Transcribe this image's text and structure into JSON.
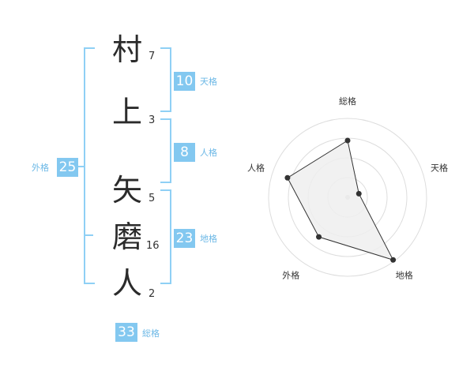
{
  "name": {
    "chars": [
      {
        "char": "村",
        "strokes": "7"
      },
      {
        "char": "上",
        "strokes": "3"
      },
      {
        "char": "矢",
        "strokes": "5"
      },
      {
        "char": "磨",
        "strokes": "16"
      },
      {
        "char": "人",
        "strokes": "2"
      }
    ]
  },
  "kakusu": {
    "tenkaku": {
      "value": "10",
      "label": "天格"
    },
    "jinkaku": {
      "value": "8",
      "label": "人格"
    },
    "chikaku": {
      "value": "23",
      "label": "地格"
    },
    "gaikaku": {
      "value": "25",
      "label": "外格"
    },
    "soukaku": {
      "value": "33",
      "label": "総格"
    }
  },
  "chart_data": {
    "type": "radar",
    "axes": [
      "総格",
      "天格",
      "地格",
      "外格",
      "人格"
    ],
    "values": [
      0.72,
      0.15,
      0.98,
      0.62,
      0.8
    ],
    "max": 1,
    "rings": 4,
    "colors": {
      "fill": "#eeeeee",
      "line": "#333333",
      "grid": "#dddddd"
    }
  }
}
